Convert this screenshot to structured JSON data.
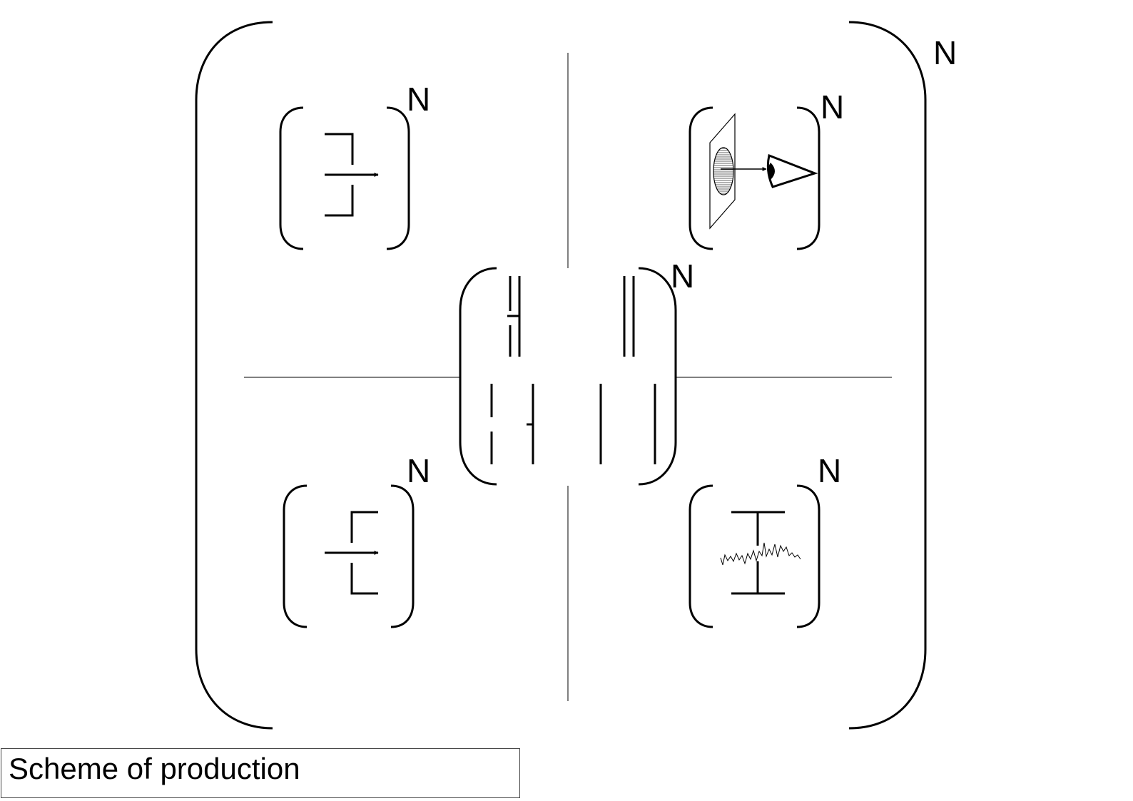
{
  "diagram": {
    "outer_exponent": "N",
    "blocks": {
      "top_left_exponent": "N",
      "top_right_exponent": "N",
      "center_exponent": "N",
      "bottom_left_exponent": "N",
      "bottom_right_exponent": "N"
    }
  },
  "caption": "Scheme of production"
}
